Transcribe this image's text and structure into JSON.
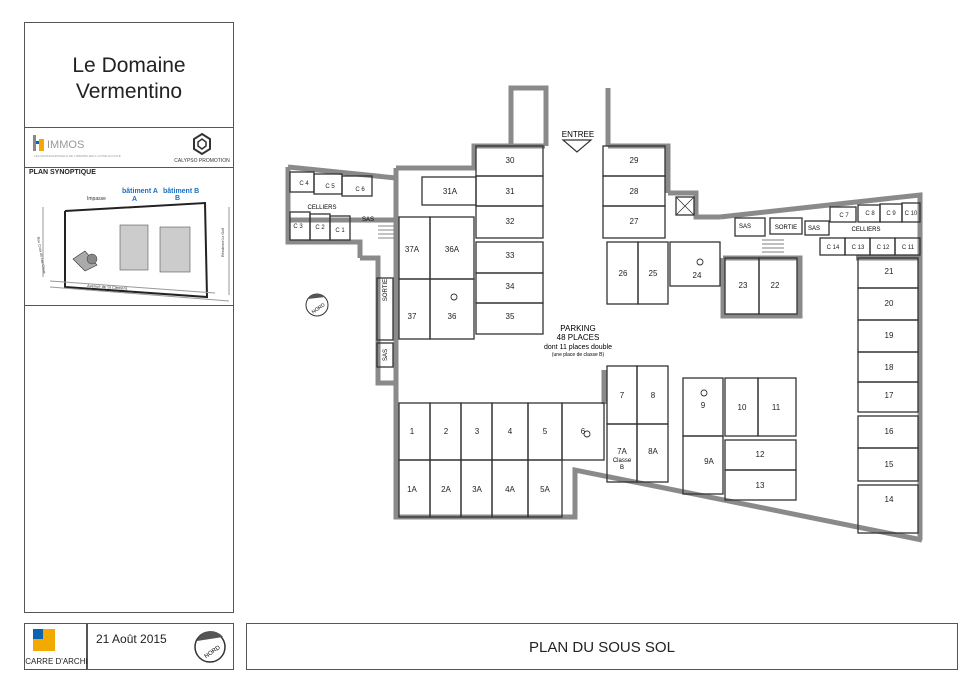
{
  "project": {
    "title_line1": "Le Domaine",
    "title_line2": "Vermentino"
  },
  "logos": {
    "immos_brand": "IMMOS",
    "immos_tagline": "LES PROFESSIONNELS DE L'IMMOBILIER A VOTRE ECOUTE",
    "calypso": "CALYPSO PROMOTION",
    "carre_archi": "CARRE D'ARCHI"
  },
  "synoptic": {
    "label": "PLAN SYNOPTIQUE",
    "batiment_a": "bâtiment A",
    "batiment_b": "bâtiment B",
    "impasse": "Impasse",
    "rue_croix": "Rue Croix de Las Creus",
    "avenue": "Avenue de St Clement",
    "residence": "Résidence Le Golf"
  },
  "footer": {
    "date": "21 Août 2015",
    "plan_title": "PLAN DU SOUS SOL",
    "nord": "NORD"
  },
  "plan": {
    "entree": "ENTREE",
    "sortie": "SORTIE",
    "sas": "SAS",
    "celliers": "CELLIERS",
    "parking_line1": "PARKING",
    "parking_line2": "48 PLACES",
    "parking_line3": "dont 11 places double",
    "parking_line4": "(une place de classe B)",
    "classe": "Classe",
    "classe_b": "B",
    "nord": "NORD"
  },
  "colors": {
    "wall": "#8a8a8a",
    "line": "#333333",
    "accent": "#1a6fc4",
    "logo_orange": "#f2a900",
    "logo_blue": "#0a63b0"
  },
  "icons": [
    "wheelchair-icon",
    "north-arrow-icon",
    "stairs-icon"
  ]
}
